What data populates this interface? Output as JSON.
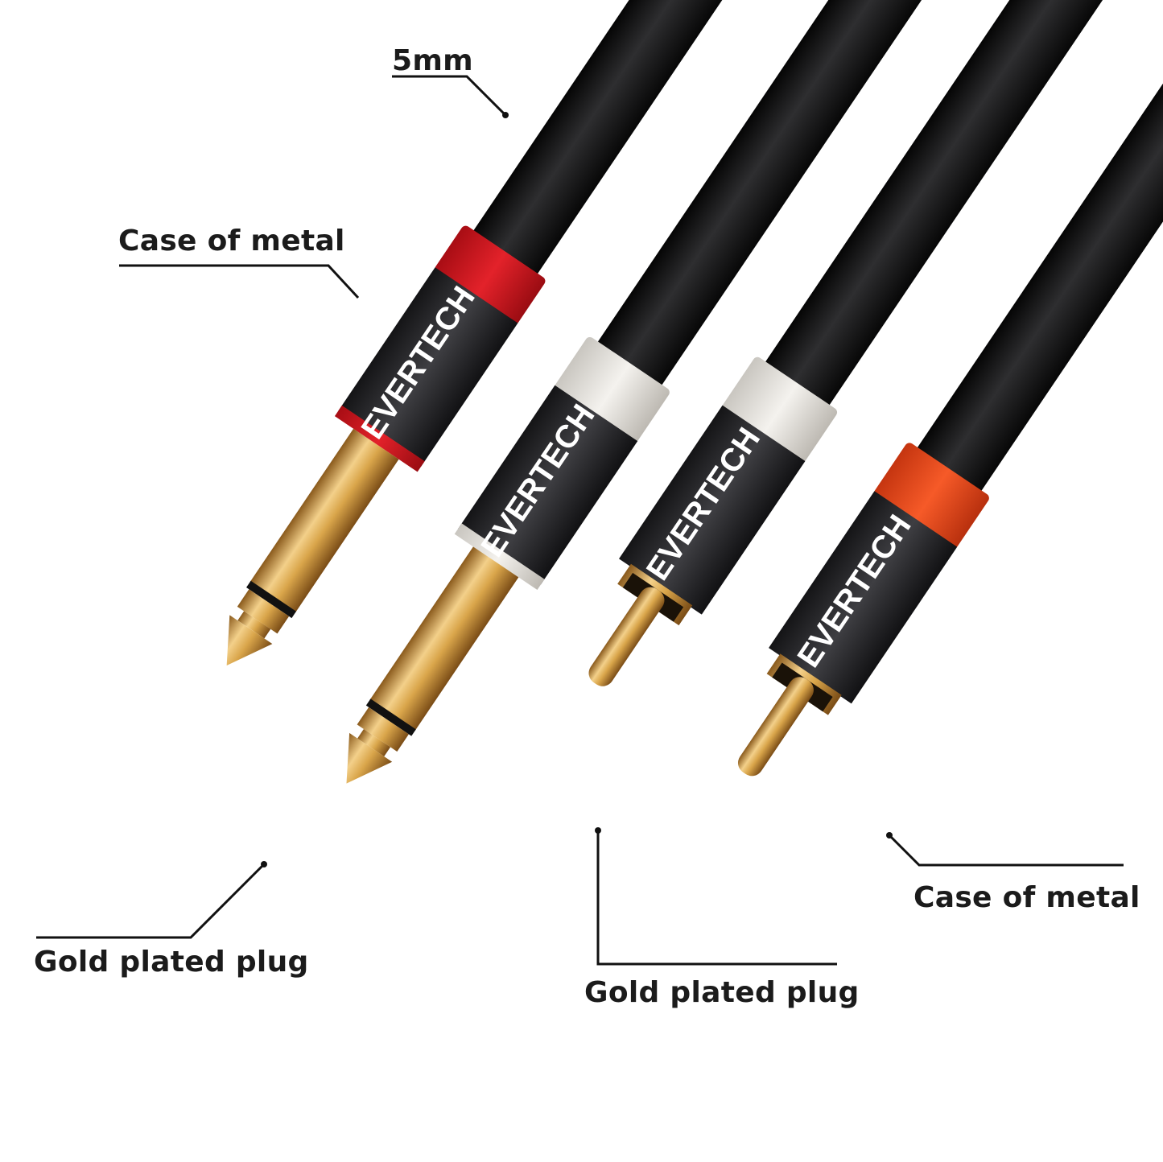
{
  "annotations": [
    {
      "id": "cable-diameter",
      "text": "5mm"
    },
    {
      "id": "case-metal-left",
      "text": "Case of metal"
    },
    {
      "id": "gold-plug-left",
      "text": "Gold plated plug"
    },
    {
      "id": "gold-plug-center",
      "text": "Gold plated plug"
    },
    {
      "id": "case-metal-right",
      "text": "Case of metal"
    }
  ],
  "brand": {
    "name": "EVERTECH"
  },
  "connectors": [
    {
      "type": "6.35mm TS plug",
      "ring_color": "#d8131d"
    },
    {
      "type": "6.35mm TS plug",
      "ring_color": "#e9e7e2"
    },
    {
      "type": "RCA plug",
      "ring_color": "#e9e7e2"
    },
    {
      "type": "RCA plug",
      "ring_color": "#ee4a1c"
    }
  ],
  "colors": {
    "text": "#1b1b1b",
    "cable": "#151515",
    "housing": "#2a2a2c",
    "gold": "#d9a54a"
  }
}
